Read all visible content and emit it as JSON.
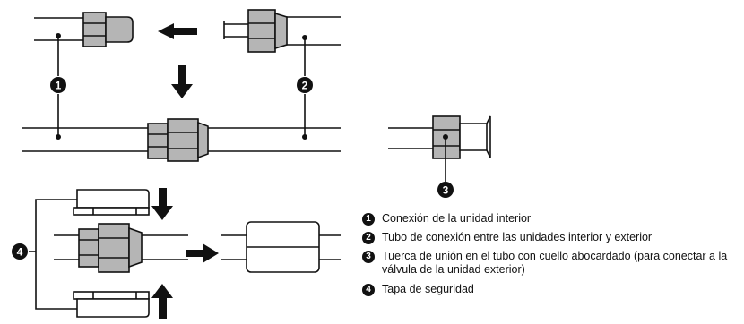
{
  "callouts": [
    "1",
    "2",
    "3",
    "4"
  ],
  "legend": [
    {
      "number": "1",
      "text": "Conexión de la unidad interior"
    },
    {
      "number": "2",
      "text": "Tubo de conexión entre las unidades interior y exterior"
    },
    {
      "number": "3",
      "text": "Tuerca de unión en el tubo con cuello abocardado (para conectar a la válvula de la unidad exterior)"
    },
    {
      "number": "4",
      "text": "Tapa de seguridad"
    }
  ],
  "colors": {
    "line": "#111111",
    "metal": "#b5b5b5",
    "cap": "#ffffff",
    "arrow": "#111111"
  }
}
